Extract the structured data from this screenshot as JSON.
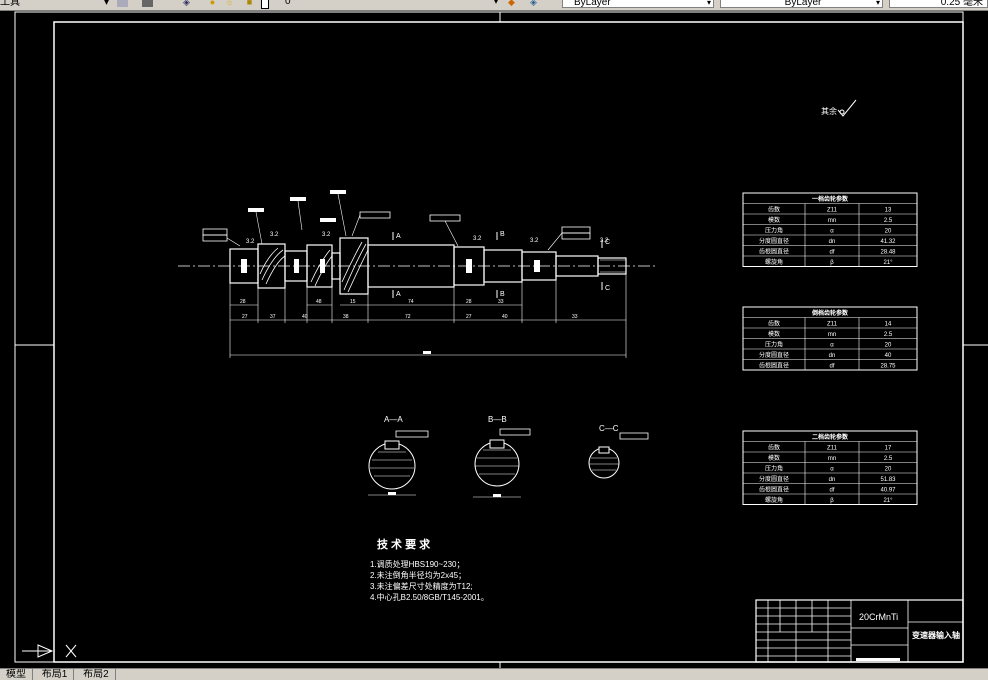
{
  "toolbar": {
    "left_label": "工具",
    "layer_value": "0",
    "color_value": "ByLayer",
    "linetype_value": "ByLayer",
    "lineweight_value": "0.25 毫米"
  },
  "icons": [
    "view-icon",
    "layer-manager-icon",
    "layer-state-icon",
    "lightbulb-icon",
    "sun-icon",
    "lock-icon",
    "color-swatch-icon",
    "layer-prev-icon",
    "layer-match-icon"
  ],
  "drawing": {
    "roughness_note": "其余",
    "section_labels": [
      "A—A",
      "B—B",
      "C—C"
    ],
    "dimension_marks": [
      "A",
      "A",
      "B",
      "B",
      "C",
      "C"
    ],
    "tech_title": "技 术 要 求",
    "tech_lines": [
      "1.调质处理HBS190~230；",
      "2.未注倒角半径均为2x45；",
      "3.未注偏差尺寸处精度为T12;",
      "4.中心孔B2.50/8GB/T145-2001。"
    ],
    "material": "20CrMnTi",
    "part_name": "变速器输入轴",
    "table1": {
      "title": "一档齿轮参数",
      "rows": [
        [
          "齿数",
          "Z11",
          "13"
        ],
        [
          "模数",
          "mn",
          "2.5"
        ],
        [
          "压力角",
          "α",
          "20"
        ],
        [
          "分度圆直径",
          "dn",
          "41.32"
        ],
        [
          "齿根圆直径",
          "df",
          "28.48"
        ],
        [
          "螺旋角",
          "β",
          "21°"
        ]
      ]
    },
    "table2": {
      "title": "倒档齿轮参数",
      "rows": [
        [
          "齿数",
          "Z11",
          "14"
        ],
        [
          "模数",
          "mn",
          "2.5"
        ],
        [
          "压力角",
          "α",
          "20"
        ],
        [
          "分度圆直径",
          "dn",
          "40"
        ],
        [
          "齿根圆直径",
          "df",
          "28.75"
        ]
      ]
    },
    "table3": {
      "title": "二档齿轮参数",
      "rows": [
        [
          "齿数",
          "Z11",
          "17"
        ],
        [
          "模数",
          "mn",
          "2.5"
        ],
        [
          "压力角",
          "α",
          "20"
        ],
        [
          "分度圆直径",
          "dn",
          "51.83"
        ],
        [
          "齿根圆直径",
          "df",
          "40.97"
        ],
        [
          "螺旋角",
          "β",
          "21°"
        ]
      ]
    },
    "upper_dims": [
      "28",
      "48",
      "15",
      "74",
      "28",
      "33"
    ],
    "lower_dims": [
      "27",
      "37",
      "40",
      "38",
      "72",
      "27",
      "40",
      "33"
    ],
    "roughness_values": [
      "3.2",
      "3.2",
      "3.2",
      "3.2",
      "3.2",
      "3.2"
    ]
  },
  "tabs": [
    "模型",
    "布局1",
    "布局2"
  ]
}
